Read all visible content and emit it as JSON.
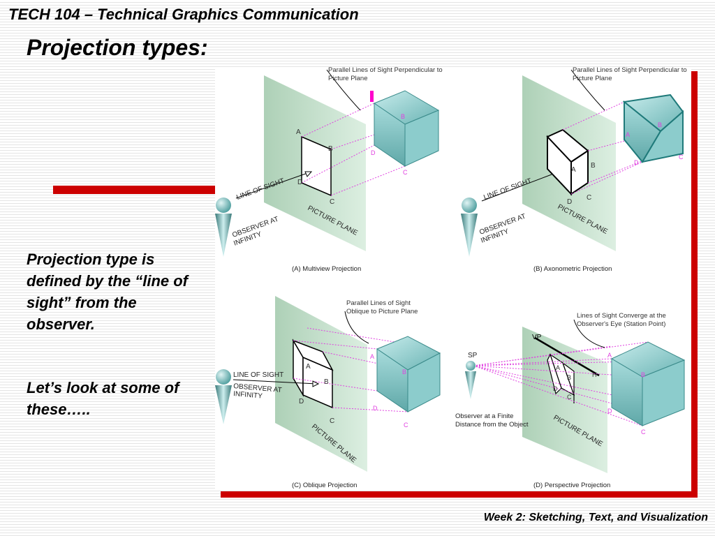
{
  "header": {
    "course_title": "TECH 104 – Technical Graphics Communication",
    "slide_title": "Projection types:"
  },
  "body": {
    "bullets": [
      "Projection type is defined by the “line of sight” from the observer.",
      "Let’s look at some of these….."
    ]
  },
  "footer": {
    "text": "Week 2: Sketching, Text, and Visualization"
  },
  "figure": {
    "common": {
      "line_of_sight": "LINE OF SIGHT",
      "observer_infinity_1": "OBSERVER AT",
      "observer_infinity_2": "INFINITY",
      "picture_plane": "PICTURE PLANE",
      "letters": {
        "a": "A",
        "b": "B",
        "c": "C",
        "d": "D"
      }
    },
    "panels": [
      {
        "caption": "(A)  Multiview Projection",
        "callout_1": "Parallel Lines of Sight Perpendicular to",
        "callout_2": "Picture Plane"
      },
      {
        "caption": "(B)  Axonometric Projection",
        "callout_1": "Parallel Lines of Sight Perpendicular to",
        "callout_2": "Picture Plane"
      },
      {
        "caption": "(C)  Oblique Projection",
        "callout_1": "Parallel Lines of Sight",
        "callout_2": "Oblique to Picture Plane"
      },
      {
        "caption": "(D)  Perspective Projection",
        "callout_1": "Lines of Sight Converge at the",
        "callout_2": "Observer's Eye (Station Point)",
        "sp": "SP",
        "vp": "VP",
        "observer_finite_1": "Observer at a Finite",
        "observer_finite_2": "Distance from the Object"
      }
    ]
  },
  "colors": {
    "accent_red": "#cc0000",
    "projector_magenta": "#e040e0",
    "cube_teal": "#7fc6c6",
    "plane_green": "#b8d8c0"
  }
}
